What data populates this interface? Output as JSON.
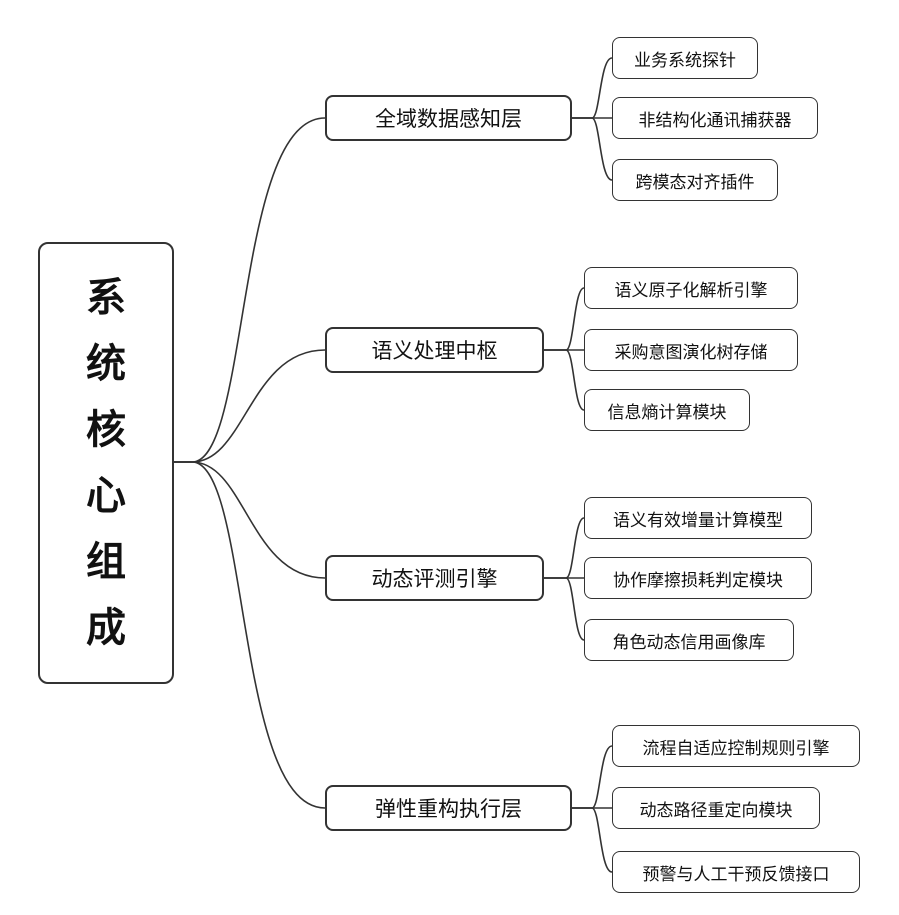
{
  "diagram": {
    "root": {
      "chars": [
        "系",
        "统",
        "核",
        "心",
        "组",
        "成"
      ]
    },
    "branches": [
      {
        "label": "全域数据感知层",
        "children": [
          "业务系统探针",
          "非结构化通讯捕获器",
          "跨模态对齐插件"
        ]
      },
      {
        "label": "语义处理中枢",
        "children": [
          "语义原子化解析引擎",
          "采购意图演化树存储",
          "信息熵计算模块"
        ]
      },
      {
        "label": "动态评测引擎",
        "children": [
          "语义有效增量计算模型",
          "协作摩擦损耗判定模块",
          "角色动态信用画像库"
        ]
      },
      {
        "label": "弹性重构执行层",
        "children": [
          "流程自适应控制规则引擎",
          "动态路径重定向模块",
          "预警与人工干预反馈接口"
        ]
      }
    ]
  }
}
